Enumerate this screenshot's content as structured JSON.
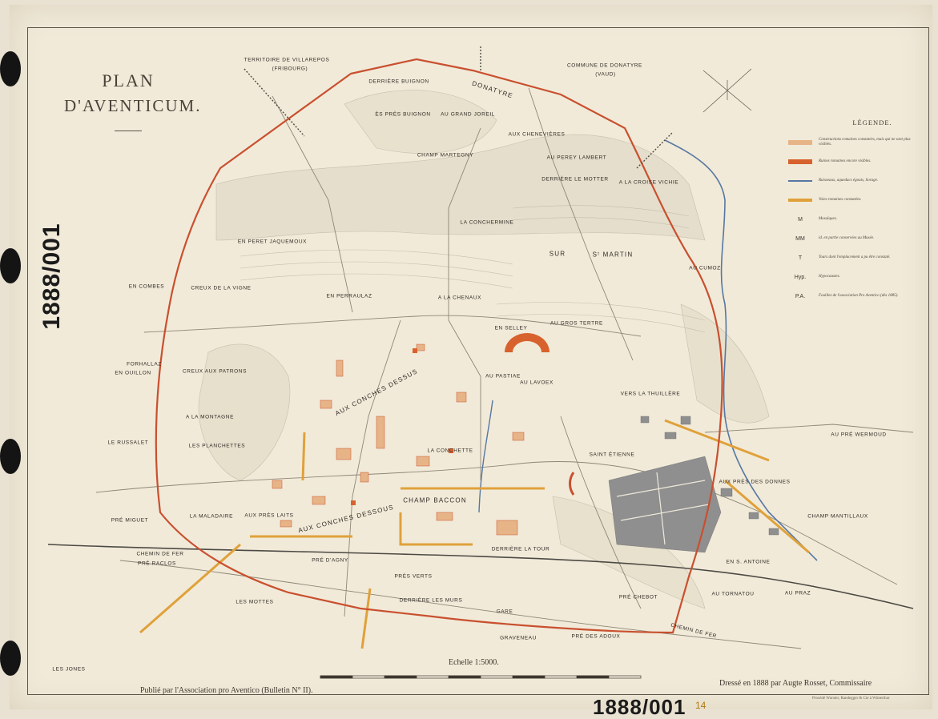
{
  "colors": {
    "paper": "#f1ead9",
    "wall": "#c9502f",
    "roman_visible": "#d8622e",
    "roman_invisible": "#e7b487",
    "roman_road": "#e0a13a",
    "stream": "#5677a2",
    "town": "#8f8f8f",
    "hill": "#b7b09f",
    "inventory_number": "#1b1b1b"
  },
  "title": {
    "line1": "PLAN",
    "line2": "D'AVENTICUM."
  },
  "inventory_number": "1888/001",
  "folio": "14",
  "footer": {
    "publisher": "Publié par l'Association pro Aventico (Bulletin N° II).",
    "author": "Dressé en 1888 par Augte Rosset, Commissaire",
    "scale": "Echelle 1:5000.",
    "printer": "Procédé Wurster, Randegger & Cie à Winterthur"
  },
  "legend": {
    "title": "LÉGENDE.",
    "items": [
      {
        "symbol": "",
        "swatch": "#e7b487",
        "text": "Constructions romaines constatées, mais qui ne sont plus visibles."
      },
      {
        "symbol": "",
        "swatch": "#d8622e",
        "text": "Ruines romaines encore visibles."
      },
      {
        "symbol": "",
        "swatch": "#5677a2",
        "text": "Ruisseaux, aqueducs égouts, liorage."
      },
      {
        "symbol": "",
        "swatch": "#e0a13a",
        "text": "Voies romaines constatées."
      },
      {
        "symbol": "M",
        "swatch": "",
        "text": "Mosaïques."
      },
      {
        "symbol": "MM",
        "swatch": "",
        "text": "id. en partie conservées au Musée."
      },
      {
        "symbol": "T",
        "swatch": "",
        "text": "Tours dont l'emplacement a pu être constaté."
      },
      {
        "symbol": "Hyp.",
        "swatch": "",
        "text": "Hypocaustes."
      },
      {
        "symbol": "P.A.",
        "swatch": "",
        "text": "Fouilles de l'association Pro Aventico (dès 1885)."
      }
    ]
  },
  "place_names": {
    "villarepos": "TERRITOIRE DE VILLAREPOS",
    "fribourg": "(FRIBOURG)",
    "donatyre_commune": "COMMUNE DE DONATYRE",
    "vaud": "(VAUD)",
    "donatyre": "DONATYRE",
    "derriere_buignon": "DERRIÈRE BUIGNON",
    "es_pres_buignon": "ÈS PRÈS BUIGNON",
    "grand_joreil": "AU GRAND JOREIL",
    "chenevieres": "AUX CHENEVIÈRES",
    "champ_martegny": "CHAMP MARTEGNY",
    "perey_lambert": "AU PEREY LAMBERT",
    "derriere_le_motter": "DERRIÈRE LE MOTTER",
    "croise_vichie": "A LA CROISE VICHIE",
    "conchermine": "LA CONCHERMINE",
    "peret_jaquemoux": "EN PERET JAQUEMOUX",
    "sur_st_martin": "SUR",
    "st_martin": "Sᵗ MARTIN",
    "cumoz": "AU CUMOZ",
    "en_combes": "EN COMBES",
    "creux_vigne": "CREUX DE LA VIGNE",
    "perraulaz": "EN PERRAULAZ",
    "chenaux": "A LA CHENAUX",
    "selley": "EN SELLEY",
    "gros_tertre": "AU GROS TERTRE",
    "forhallaz": "FORHALLAZ",
    "oulllon": "EN OUILLON",
    "creux_patrons": "CREUX AUX PATRONS",
    "conches_dessus": "AUX CONCHES DESSUS",
    "pastiae": "AU PASTIAE",
    "lavoex": "AU LAVOEX",
    "vers_la_thuillere": "VERS LA THUILLÈRE",
    "montagne": "A LA MONTAGNE",
    "russalet": "LE RUSSALET",
    "planchettes": "LES PLANCHETTES",
    "conchette": "LA CONCHETTE",
    "pre_wermoud": "AU PRÉ WERMOUD",
    "saint_etienne": "SAINT ÉTIENNE",
    "champ_baccon": "CHAMP BACCON",
    "pre_miguet": "PRÉ MIGUET",
    "maladaire": "LA MALADAIRE",
    "pres_laits": "AUX PRÈS LAITS",
    "conches_dessous": "AUX CONCHES DESSOUS",
    "derriere_tour": "DERRIÈRE LA TOUR",
    "champ_mantillaux": "CHAMP MANTILLAUX",
    "pre_d_agny": "PRÉ D'AGNY",
    "pres_verts": "PRÈS VERTS",
    "chemin_de_fer": "CHEMIN DE FER",
    "pre_raclos": "PRÉ RACLOS",
    "saint_antoine": "EN S. ANTOINE",
    "pre_chebot": "PRÉ CHEBOT",
    "au_tornatou": "AU TORNATOU",
    "les_mottes": "LES MOTTES",
    "derriere_murs": "DERRIÈRE LES MURS",
    "gare": "GARE",
    "graveneau": "GRAVENEAU",
    "pre_des_adoux": "PRÉ DES ADOUX",
    "chemin_de_fer_2": "CHEMIN DE FER",
    "les_jones": "LES JONES",
    "pres_des_donnes": "AUX PRÈS DES DONNES",
    "bacon_rue": "AU PRAZ"
  }
}
